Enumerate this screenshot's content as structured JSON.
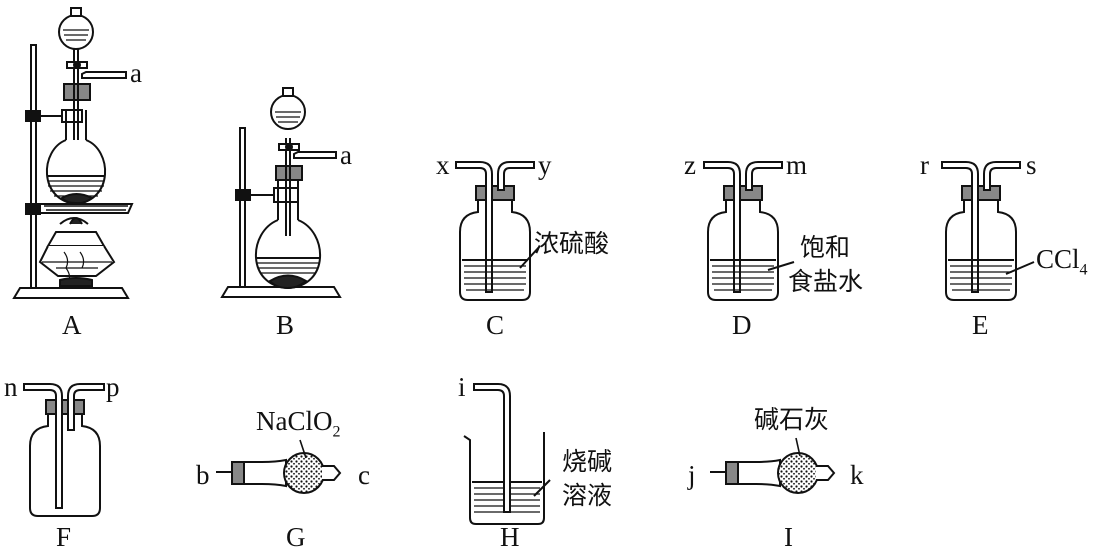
{
  "apparatus": [
    {
      "id": "A",
      "caption": "A",
      "port": "a"
    },
    {
      "id": "B",
      "caption": "B",
      "port": "a"
    },
    {
      "id": "C",
      "caption": "C",
      "inlet": "x",
      "outlet": "y",
      "reagent": "浓硫酸"
    },
    {
      "id": "D",
      "caption": "D",
      "inlet": "z",
      "outlet": "m",
      "reagent_line1": "饱和",
      "reagent_line2": "食盐水"
    },
    {
      "id": "E",
      "caption": "E",
      "inlet": "r",
      "outlet": "s",
      "reagent_main": "CCl",
      "reagent_sub": "4"
    },
    {
      "id": "F",
      "caption": "F",
      "inlet": "n",
      "outlet": "p"
    },
    {
      "id": "G",
      "caption": "G",
      "left": "b",
      "right": "c",
      "reagent_main": "NaClO",
      "reagent_sub": "2"
    },
    {
      "id": "H",
      "caption": "H",
      "inlet": "i",
      "reagent_line1": "烧碱",
      "reagent_line2": "溶液"
    },
    {
      "id": "I",
      "caption": "I",
      "left": "j",
      "right": "k",
      "reagent": "碱石灰"
    }
  ],
  "colors": {
    "stroke": "#111111",
    "stopper": "#888888",
    "liquid_line": "#222222"
  }
}
